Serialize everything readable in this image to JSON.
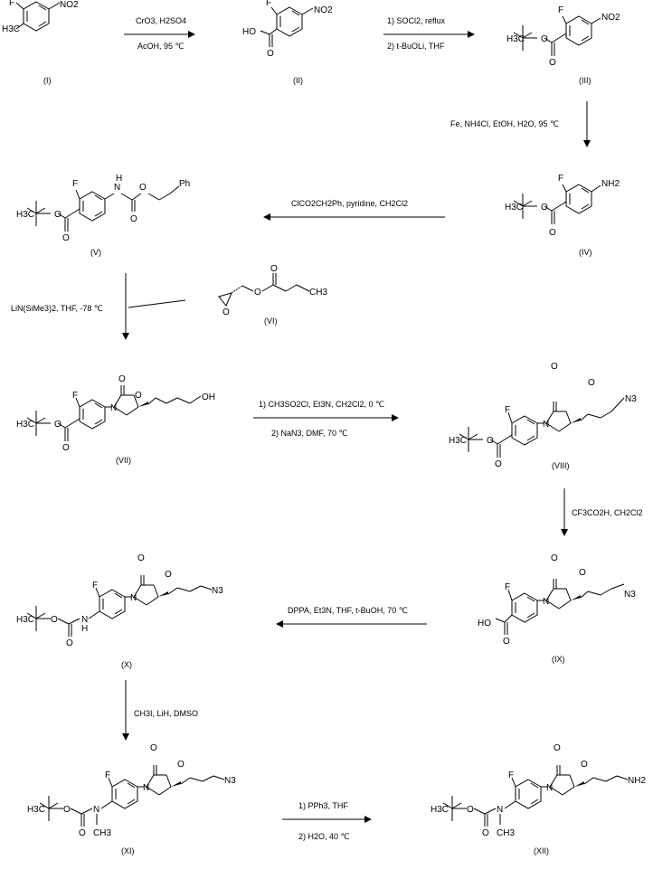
{
  "compounds": [
    {
      "id": "I",
      "label": "(I)"
    },
    {
      "id": "II",
      "label": "(II)"
    },
    {
      "id": "III",
      "label": "(III)"
    },
    {
      "id": "IV",
      "label": "(IV)"
    },
    {
      "id": "V",
      "label": "(V)"
    },
    {
      "id": "VI",
      "label": "(VI)"
    },
    {
      "id": "VII",
      "label": "(VII)"
    },
    {
      "id": "VIII",
      "label": "(VIII)"
    },
    {
      "id": "IX",
      "label": "(IX)"
    },
    {
      "id": "X",
      "label": "(X)"
    },
    {
      "id": "XI",
      "label": "(XI)"
    },
    {
      "id": "XII",
      "label": "(XII)"
    }
  ],
  "steps": {
    "s1": {
      "line1": "CrO3, H2SO4",
      "line2": "AcOH, 95 ℃"
    },
    "s2": {
      "line1": "1) SOCl2, reflux",
      "line2": "2) t-BuOLi, THF"
    },
    "s3": {
      "line1": "Fe, NH4Cl, EtOH, H2O, 95 ℃"
    },
    "s4": {
      "line1": "ClCO2CH2Ph, pyridine, CH2Cl2"
    },
    "s5": {
      "line1": "LiN(SiMe3)2, THF, -78 ℃"
    },
    "s6": {
      "line1": "1) CH3SO2Cl, Et3N, CH2Cl2, 0 ℃",
      "line2": "2) NaN3, DMF, 70 ℃"
    },
    "s7": {
      "line1": "CF3CO2H, CH2Cl2"
    },
    "s8": {
      "line1": "DPPA, Et3N, THF, t-BuOH, 70 ℃"
    },
    "s9": {
      "line1": "CH3I, LiH, DMSO"
    },
    "s10": {
      "line1": "1) PPh3, THF",
      "line2": "2) H2O, 40 ℃"
    }
  },
  "atoms": {
    "F": "F",
    "NO2": "NO2",
    "H3C": "H3C",
    "HO": "HO",
    "O": "O",
    "N": "N",
    "NH2": "NH2",
    "H": "H",
    "Ph": "Ph",
    "OH": "OH",
    "N3": "N3",
    "H3C_tbu": "H3C",
    "CH3": "CH3"
  }
}
